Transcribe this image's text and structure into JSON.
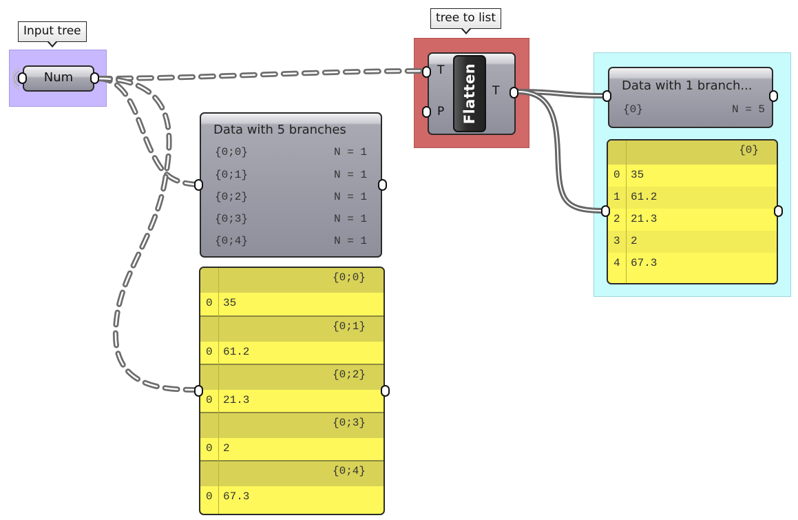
{
  "canvas": {
    "groups": [
      {
        "id": "input-group",
        "color": "#c8b8ff",
        "label": "Input tree"
      },
      {
        "id": "flatten-group",
        "color": "#d06868",
        "label": "tree to list"
      },
      {
        "id": "output-group",
        "color": "#c8fbfc",
        "label": ""
      }
    ]
  },
  "num_param": {
    "label": "Num",
    "group_tag": "Input tree"
  },
  "flatten": {
    "group_tag": "tree to list",
    "title": "Flatten",
    "inputs": [
      "T",
      "P"
    ],
    "outputs": [
      "T"
    ]
  },
  "panel_tree": {
    "title": "Data with 5 branches",
    "branches": [
      {
        "path": "{0;0}",
        "count": "N = 1"
      },
      {
        "path": "{0;1}",
        "count": "N = 1"
      },
      {
        "path": "{0;2}",
        "count": "N = 1"
      },
      {
        "path": "{0;3}",
        "count": "N = 1"
      },
      {
        "path": "{0;4}",
        "count": "N = 1"
      }
    ]
  },
  "panel_list": {
    "title": "Data with 1 branch...",
    "branches": [
      {
        "path": "{0}",
        "count": "N = 5"
      }
    ]
  },
  "viewer_tree": {
    "branches": [
      {
        "path": "{0;0}",
        "items": [
          {
            "index": "0",
            "value": "35"
          }
        ]
      },
      {
        "path": "{0;1}",
        "items": [
          {
            "index": "0",
            "value": "61.2"
          }
        ]
      },
      {
        "path": "{0;2}",
        "items": [
          {
            "index": "0",
            "value": "21.3"
          }
        ]
      },
      {
        "path": "{0;3}",
        "items": [
          {
            "index": "0",
            "value": "2"
          }
        ]
      },
      {
        "path": "{0;4}",
        "items": [
          {
            "index": "0",
            "value": "67.3"
          }
        ]
      }
    ]
  },
  "viewer_list": {
    "branches": [
      {
        "path": "{0}",
        "items": [
          {
            "index": "0",
            "value": "35"
          },
          {
            "index": "1",
            "value": "61.2"
          },
          {
            "index": "2",
            "value": "21.3"
          },
          {
            "index": "3",
            "value": "2"
          },
          {
            "index": "4",
            "value": "67.3"
          }
        ]
      }
    ]
  },
  "wires": [
    {
      "from": "num_param.out",
      "to": "flatten.T",
      "style": "tree"
    },
    {
      "from": "num_param.out",
      "to": "panel_tree.in",
      "style": "tree"
    },
    {
      "from": "num_param.out",
      "to": "viewer_tree.in",
      "style": "tree"
    },
    {
      "from": "flatten.T_out",
      "to": "panel_list.in",
      "style": "list"
    },
    {
      "from": "flatten.T_out",
      "to": "viewer_list.in",
      "style": "list"
    }
  ]
}
